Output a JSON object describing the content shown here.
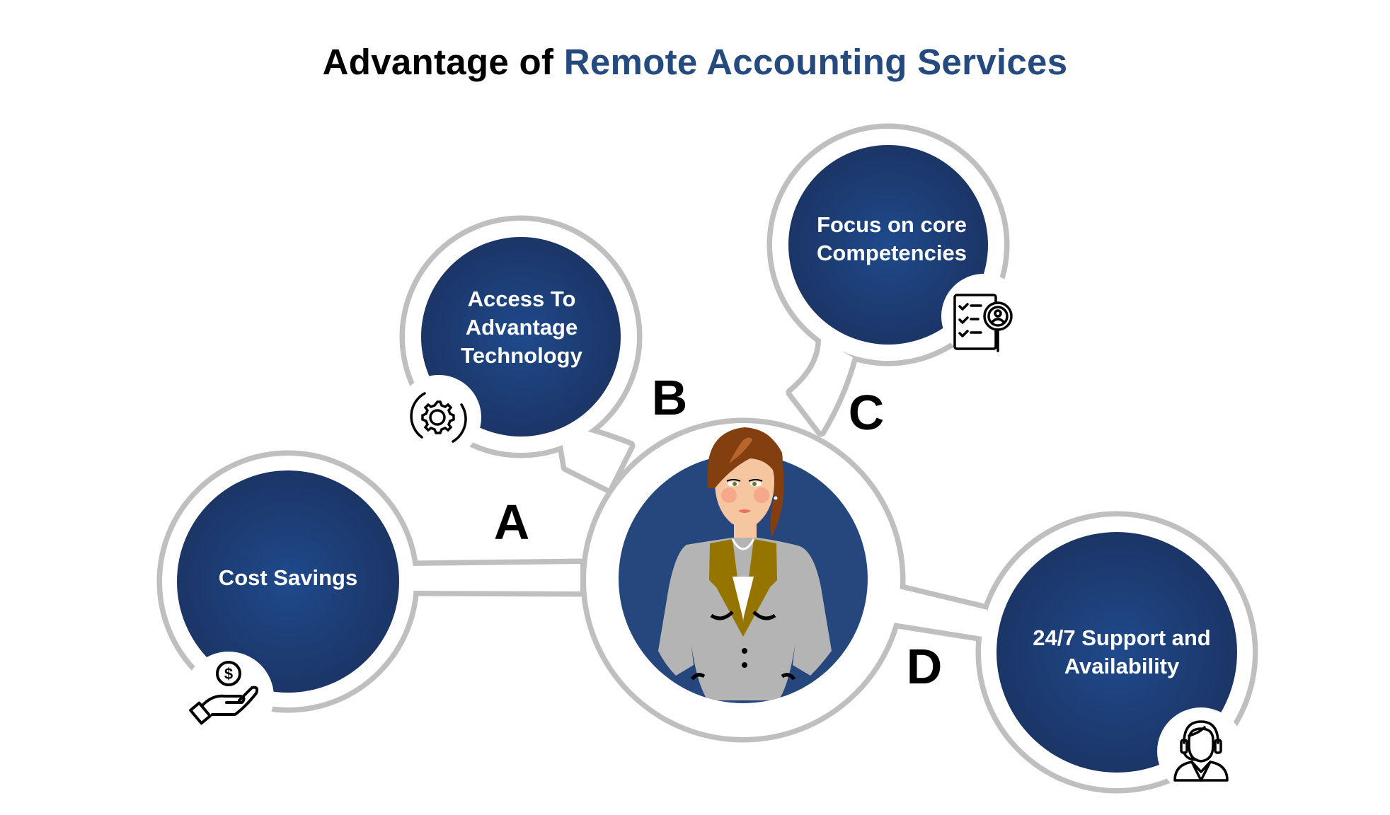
{
  "title": {
    "prefix": "Advantage of",
    "highlight": "Remote Accounting Services"
  },
  "colors": {
    "accent": "#244a80",
    "circle_center": "#1f4a8c",
    "circle_edge": "#1b3566",
    "outline": "#bfbfbf",
    "avatar_bg": "#25477d"
  },
  "center": {
    "figure": "businesswoman-avatar"
  },
  "items": [
    {
      "letter": "A",
      "lines": [
        "Cost Savings"
      ],
      "icon": "hand-coin-icon"
    },
    {
      "letter": "B",
      "lines": [
        "Access To",
        "Advantage",
        "Technology"
      ],
      "icon": "gear-icon"
    },
    {
      "letter": "C",
      "lines": [
        "Focus on core",
        "Competencies"
      ],
      "icon": "checklist-search-icon"
    },
    {
      "letter": "D",
      "lines": [
        "24/7 Support and",
        "Availability"
      ],
      "icon": "headset-support-icon"
    }
  ]
}
